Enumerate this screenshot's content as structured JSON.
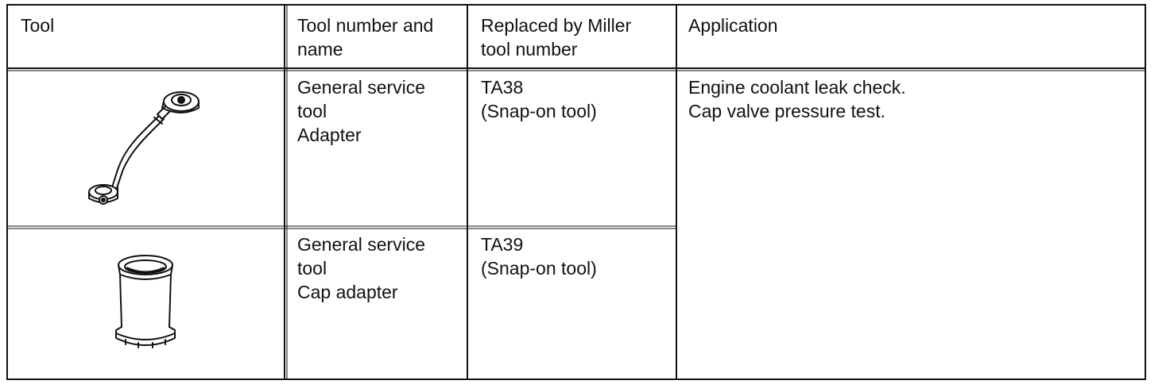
{
  "table": {
    "headers": {
      "tool": "Tool",
      "tool_number_name": "Tool number and\nname",
      "replaced_by": "Replaced by Miller\ntool number",
      "application": "Application"
    },
    "rows": [
      {
        "tool_illustration": "radiator-cap-adapter-hose-icon",
        "tool_number_name": "General service\ntool\nAdapter",
        "replaced_by": "TA38\n(Snap-on tool)"
      },
      {
        "tool_illustration": "cap-adapter-cylinder-icon",
        "tool_number_name": "General service\ntool\nCap adapter",
        "replaced_by": "TA39\n(Snap-on tool)"
      }
    ],
    "application_text": "Engine coolant leak check.\nCap valve pressure test."
  }
}
